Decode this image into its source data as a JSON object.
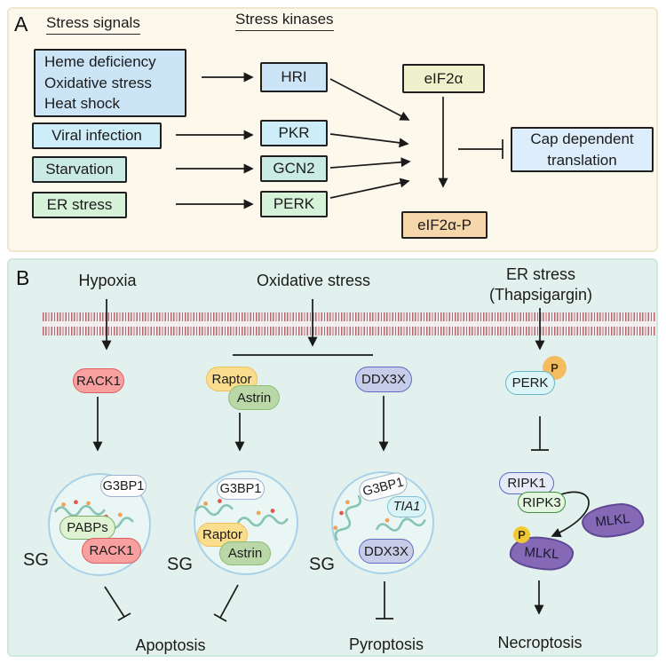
{
  "colors": {
    "panel_a_bg": "#fdf8ec",
    "panel_b_bg": "#e2f1ed",
    "blue_box": "#cbe5f7",
    "cyan_box": "#cdedf9",
    "teal_box": "#c9ebe4",
    "green_box": "#d6f2d8",
    "eif2a_box": "#eff1cd",
    "eif2a_p_box": "#f6d7ab",
    "cap_box": "#ddedfb",
    "rack1_pill": "#f89f9f",
    "raptor_pill": "#fbdd8e",
    "astrin_pill": "#bad7a7",
    "ddx3x_pill": "#c7cce9",
    "perk_pill": "#dcf5f8",
    "phospho_badge": "#f4bc60",
    "mlkl_blob": "#8568b6",
    "sg_circle_border": "#a9d2e8",
    "membrane_red": "#b5656e"
  },
  "panel_a": {
    "label": "A",
    "heading_signals": "Stress signals",
    "heading_kinases": "Stress kinases",
    "signal_heme": [
      "Heme deficiency",
      "Oxidative stress",
      "Heat shock"
    ],
    "signal_viral": "Viral infection",
    "signal_starvation": "Starvation",
    "signal_er": "ER stress",
    "kinases": [
      "HRI",
      "PKR",
      "GCN2",
      "PERK"
    ],
    "eif2a": "eIF2α",
    "eif2a_p": "eIF2α-P",
    "cap_line1": "Cap dependent",
    "cap_line2": "translation"
  },
  "panel_b": {
    "label": "B",
    "stimulus_hypoxia": "Hypoxia",
    "stimulus_oxidative": "Oxidative stress",
    "stimulus_er_line1": "ER stress",
    "stimulus_er_line2": "(Thapsigargin)",
    "molecules": {
      "rack1": "RACK1",
      "raptor": "Raptor",
      "astrin": "Astrin",
      "ddx3x": "DDX3X",
      "perk": "PERK",
      "g3bp1": "G3BP1",
      "pabps": "PABPs",
      "tia1": "TIA1",
      "ripk1": "RIPK1",
      "ripk3": "RIPK3",
      "mlkl": "MLKL",
      "phospho": "P"
    },
    "sg_label": "SG",
    "outcome_apoptosis": "Apoptosis",
    "outcome_pyroptosis": "Pyroptosis",
    "outcome_necroptosis": "Necroptosis"
  }
}
